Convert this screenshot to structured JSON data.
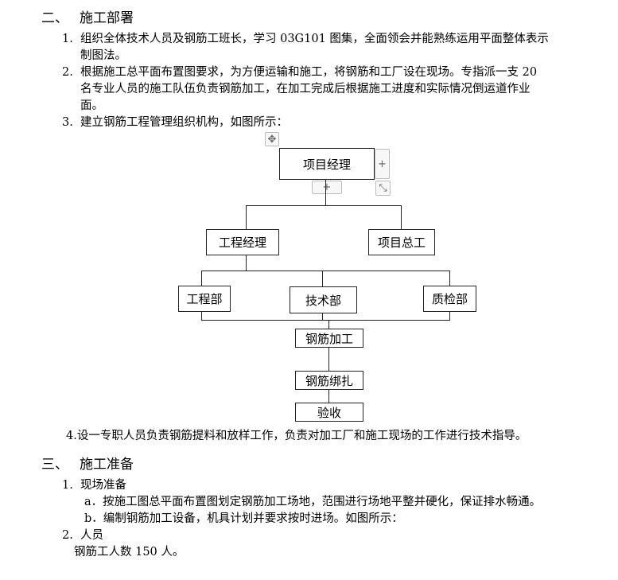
{
  "section2": {
    "number": "二、",
    "title": "施工部署",
    "items": [
      {
        "num": "1.",
        "lines": [
          "组织全体技术人员及钢筋工班长，学习 03G101 图集，全面领会并能熟练运用平面整体表示",
          "制图法。"
        ]
      },
      {
        "num": "2.",
        "lines": [
          "根据施工总平面布置图要求，为方便运输和施工，将钢筋和工厂设在现场。专指派一支 20",
          "名专业人员的施工队伍负责钢筋加工，在加工完成后根据施工进度和实际情况倒运道作业",
          "面。"
        ]
      },
      {
        "num": "3.",
        "lines": [
          "建立钢筋工程管理组织机构，如图所示："
        ]
      }
    ],
    "item4": "4.设一专职人员负责钢筋提料和放样工作，负责对加工厂和施工现场的工作进行技术指导。"
  },
  "org_chart": {
    "top": "项目经理",
    "level2": [
      "工程经理",
      "项目总工"
    ],
    "level3": [
      "工程部",
      "技术部",
      "质检部"
    ],
    "chain": [
      "钢筋加工",
      "钢筋绑扎",
      "验收"
    ],
    "controls": {
      "move": "✥",
      "plus": "+",
      "resize": "⤡"
    }
  },
  "section3": {
    "number": "三、",
    "title": "施工准备",
    "item1": {
      "num": "1.",
      "label": "现场准备"
    },
    "sub_a": "a．按施工图总平面布置图划定钢筋加工场地，范围进行场地平整并硬化，保证排水畅通。",
    "sub_b": "b．编制钢筋加工设备，机具计划并要求按时进场。如图所示：",
    "item2": {
      "num": "2.",
      "label": "人员"
    },
    "workers": "钢筋工人数 150 人。"
  }
}
